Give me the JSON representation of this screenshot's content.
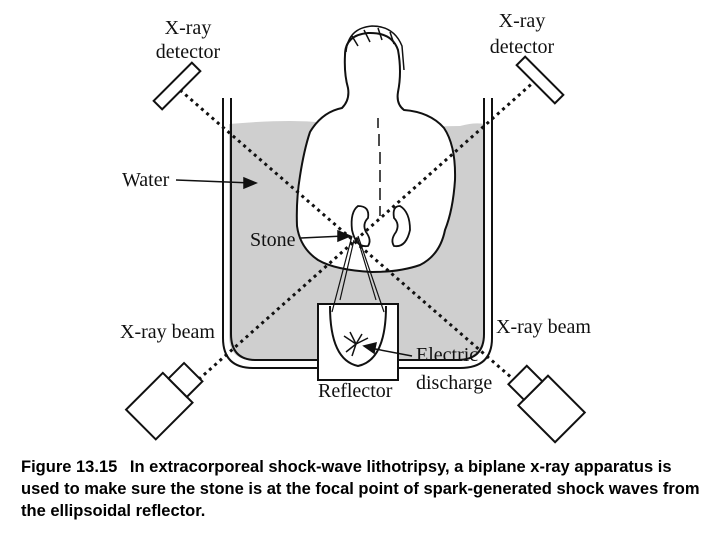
{
  "labels": {
    "detector_left_1": "X-ray",
    "detector_left_2": "detector",
    "detector_right_1": "X-ray",
    "detector_right_2": "detector",
    "water": "Water",
    "stone": "Stone",
    "beam_left": "X-ray beam",
    "beam_right": "X-ray beam",
    "electric_1": "Electric",
    "electric_2": "discharge",
    "reflector": "Reflector"
  },
  "caption": {
    "number": "Figure 13.15",
    "text": "In extracorporeal shock-wave lithotripsy, a biplane x-ray apparatus is used to make sure the stone is at the focal point of spark-generated shock waves from the ellipsoidal reflector."
  },
  "colors": {
    "water": "#cfcfcf",
    "line": "#111111"
  }
}
